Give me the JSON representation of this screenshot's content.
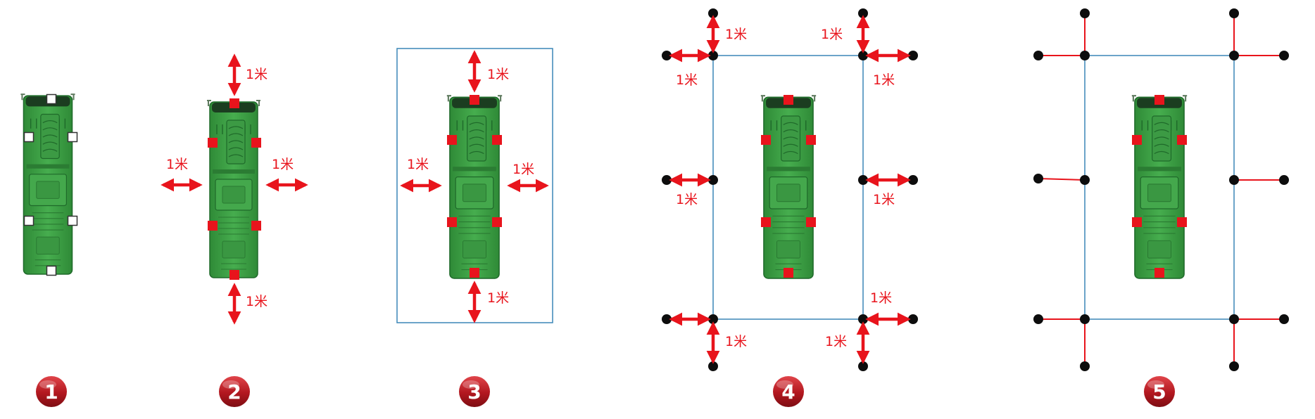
{
  "distance_label": "1米",
  "steps": [
    {
      "number": "1"
    },
    {
      "number": "2"
    },
    {
      "number": "3"
    },
    {
      "number": "4"
    },
    {
      "number": "5"
    }
  ],
  "colors": {
    "arrow": "#e8141c",
    "marker": "#e8141c",
    "outline": "#3a86b7",
    "node": "#0d0d0d",
    "badge": "#b2171f",
    "truck_body": "#3da045",
    "truck_dark": "#1f6a2a"
  }
}
